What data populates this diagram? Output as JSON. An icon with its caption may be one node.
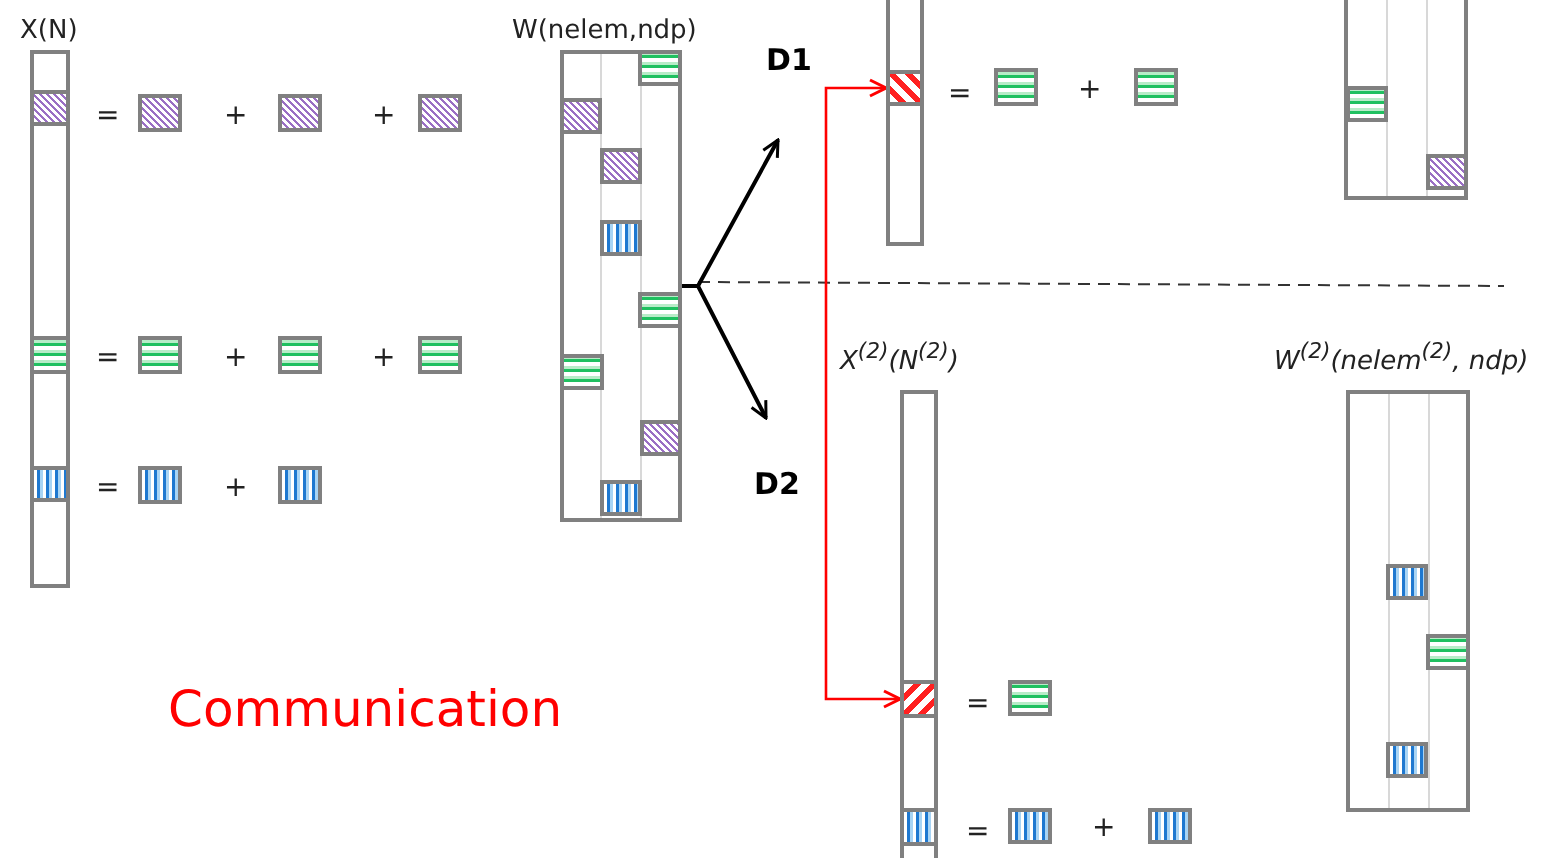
{
  "diagram": {
    "nodes": [
      {
        "text": [
          "X(N)"
        ]
      },
      {
        "text": [],
        "shape": "box",
        "in": 0
      },
      {
        "text": [],
        "shape": "box",
        "in": 0
      },
      {
        "text": [],
        "shape": "box",
        "in": 0
      },
      {
        "text": [],
        "shape": "box"
      },
      {
        "text": [],
        "shape": "box"
      },
      {
        "text": [],
        "shape": "box"
      },
      {
        "text": [],
        "shape": "box"
      },
      {
        "text": [],
        "shape": "box"
      },
      {
        "text": [],
        "shape": "box"
      },
      {
        "text": [],
        "shape": "box"
      },
      {
        "text": [],
        "shape": "box"
      },
      {
        "text": [
          "W(nelem,ndp)"
        ]
      },
      {
        "text": [],
        "shape": "box",
        "in": 12
      },
      {
        "text": [],
        "shape": "box",
        "in": 12
      },
      {
        "text": [],
        "shape": "box",
        "in": 12
      },
      {
        "text": [],
        "shape": "box",
        "in": 12
      },
      {
        "text": [],
        "shape": "box",
        "in": 12
      },
      {
        "text": [],
        "shape": "box",
        "in": 12
      },
      {
        "text": [],
        "shape": "box",
        "in": 12
      },
      {
        "text": [],
        "shape": "box",
        "in": 12
      },
      {
        "text": [
          "D1"
        ]
      },
      {
        "text": [
          "D2"
        ]
      },
      {
        "text": [],
        "shape": "box"
      },
      {
        "text": [],
        "shape": "box",
        "in": 23
      },
      {
        "text": [],
        "shape": "box"
      },
      {
        "text": [],
        "shape": "box"
      },
      {
        "text": [],
        "shape": "box"
      },
      {
        "text": [],
        "shape": "box",
        "in": 27
      },
      {
        "text": [],
        "shape": "box",
        "in": 27
      },
      {
        "text": [
          "X$^{(2)}$(N$^{(2)}$)"
        ]
      },
      {
        "text": [],
        "shape": "box",
        "in": 30
      },
      {
        "text": [],
        "shape": "box",
        "in": 30
      },
      {
        "text": [],
        "shape": "box"
      },
      {
        "text": [],
        "shape": "box"
      },
      {
        "text": [],
        "shape": "box"
      },
      {
        "text": [
          "W$^{(2)}$(nelem$^{(2)}$, ndp)"
        ]
      },
      {
        "text": [],
        "shape": "box",
        "in": 36
      },
      {
        "text": [],
        "shape": "box",
        "in": 36
      },
      {
        "text": [],
        "shape": "box",
        "in": 36
      }
    ],
    "edges": [
      {
        "from": 12,
        "to": 21,
        "arrow": "to"
      },
      {
        "from": 12,
        "to": 22,
        "arrow": "to"
      },
      {
        "from": 24,
        "to": 31,
        "arrow": "both",
        "color": "#ff0000"
      }
    ],
    "labels": [
      "=",
      "+",
      "+",
      "=",
      "+",
      "+",
      "=",
      "+",
      "=",
      "+",
      "=",
      "=",
      "+",
      "Communication"
    ]
  }
}
